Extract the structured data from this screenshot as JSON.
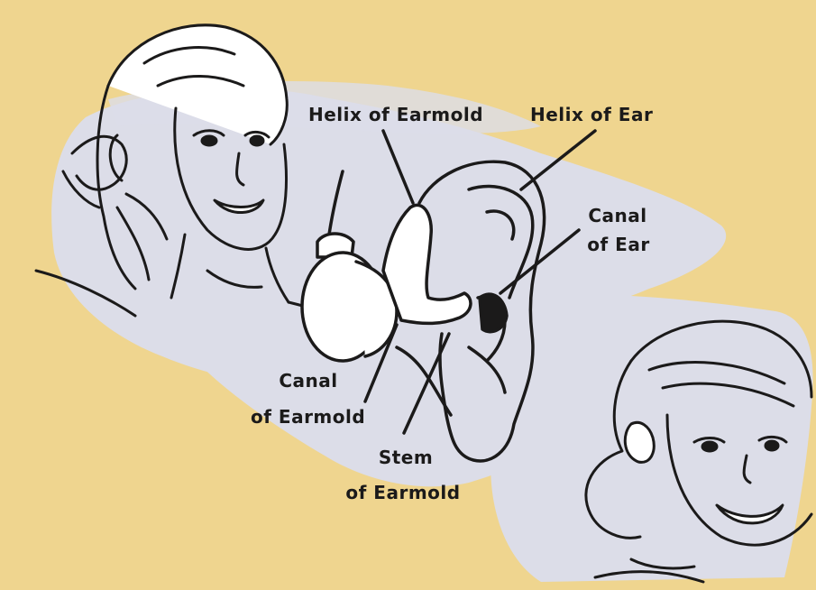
{
  "labels": {
    "helix_of_earmold": "Helix of Earmold",
    "helix_of_ear": "Helix of Ear",
    "canal_of_ear_1": "Canal",
    "canal_of_ear_2": "of Ear",
    "canal_of_earmold_1": "Canal",
    "canal_of_earmold_2": "of Earmold",
    "stem_of_earmold_1": "Stem",
    "stem_of_earmold_2": "of Earmold"
  },
  "colors": {
    "background": "#efd58f",
    "swash": "#dcdde8",
    "ink": "#1b1a1a",
    "skin_white": "#ffffff"
  }
}
